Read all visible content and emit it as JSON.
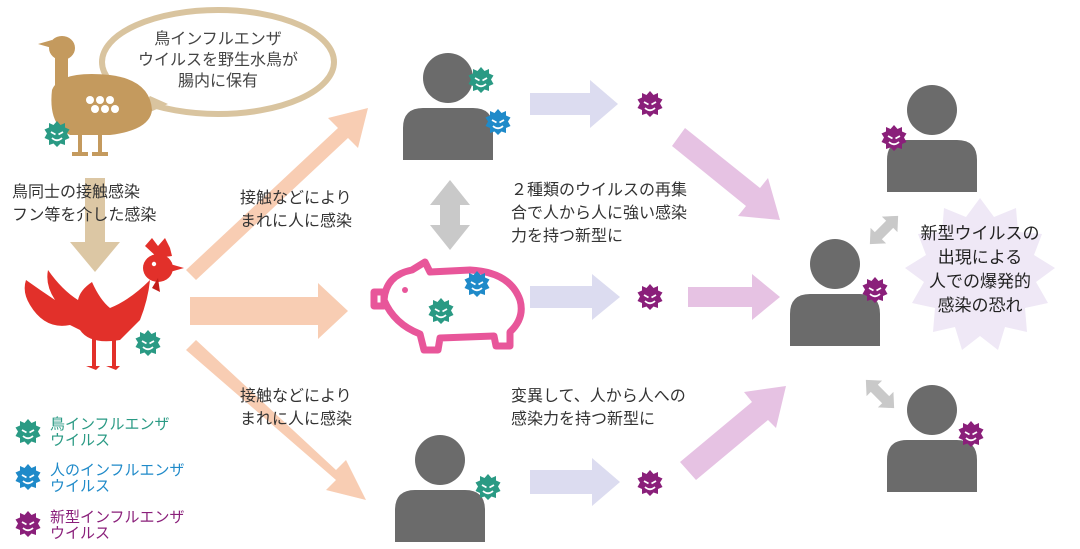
{
  "bubble": {
    "line1": "鳥インフルエンザ",
    "line2": "ウイルスを野生水鳥が",
    "line3": "腸内に保有"
  },
  "labels": {
    "bird_contact_1": "鳥同士の接触感染",
    "bird_contact_2": "フン等を介した感染",
    "contact_upper_1": "接触などにより",
    "contact_upper_2": "まれに人に感染",
    "contact_lower_1": "接触などにより",
    "contact_lower_2": "まれに人に感染",
    "reassort_1": "２種類のウイルスの再集",
    "reassort_2": "合で人から人に強い感染",
    "reassort_3": "力を持つ新型に",
    "mutate_1": "変異して、人から人への",
    "mutate_2": "感染力を持つ新型に"
  },
  "burst": {
    "line1": "新型ウイルスの",
    "line2": "出現による",
    "line3": "人での爆発的",
    "line4": "感染の恐れ"
  },
  "legend": [
    {
      "line1": "鳥インフルエンザ",
      "line2": "ウイルス",
      "color": "#2a9a84",
      "icon": "bird-flu-virus-icon"
    },
    {
      "line1": "人のインフルエンザ",
      "line2": "ウイルス",
      "color": "#1f8ac9",
      "icon": "human-flu-virus-icon"
    },
    {
      "line1": "新型インフルエンザ",
      "line2": "ウイルス",
      "color": "#8a1f7a",
      "icon": "new-flu-virus-icon"
    }
  ],
  "colors": {
    "bird_flu": "#2a9a84",
    "human_flu": "#1f8ac9",
    "new_flu": "#8a1f7a",
    "person": "#6b6b6b",
    "duck": "#c49a5e",
    "rooster": "#e2302a",
    "pig": "#e8569a",
    "arrow_peach": "#f8cdb3",
    "arrow_lavender": "#dcdcf0",
    "arrow_pink": "#e6c2e3",
    "arrow_tan": "#dcc7a4",
    "arrow_gray": "#c9c9c9",
    "burst": "#efe8f6"
  }
}
